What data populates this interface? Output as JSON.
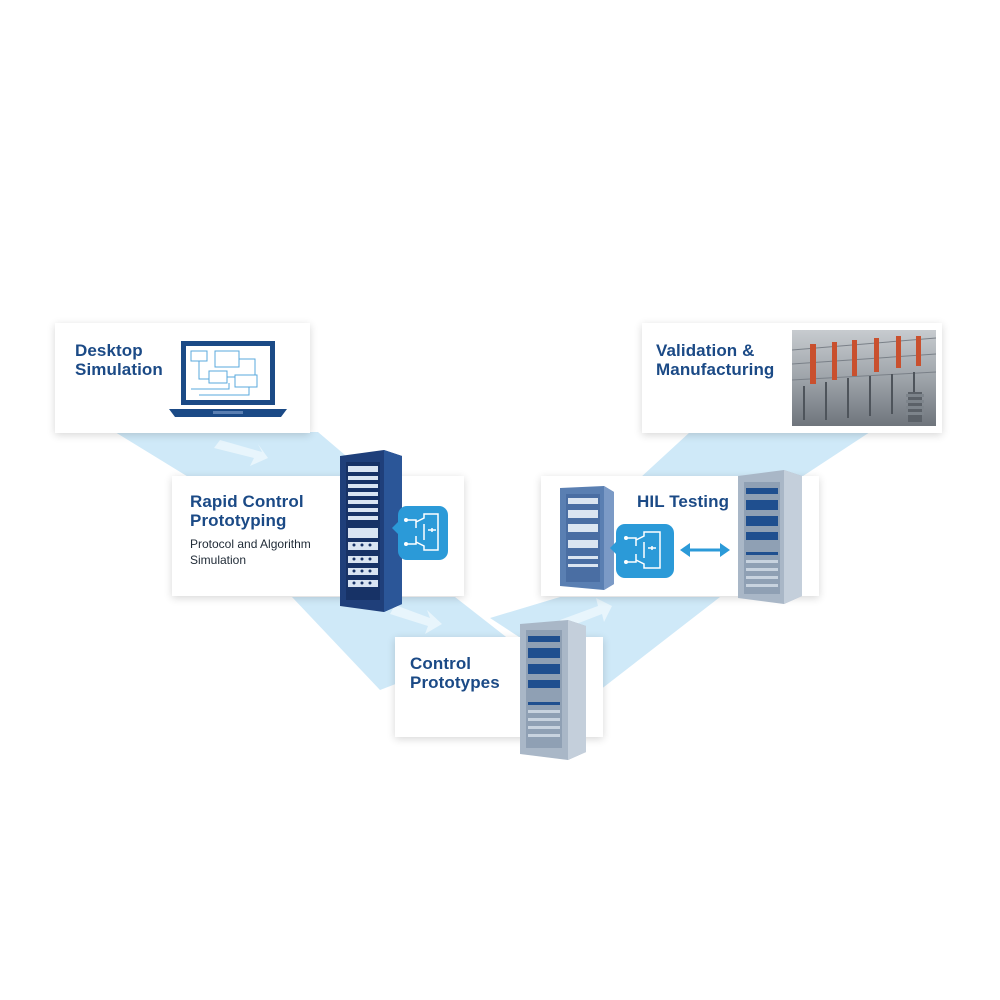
{
  "stages": {
    "desktop": {
      "title_line1": "Desktop",
      "title_line2": "Simulation"
    },
    "rcp": {
      "title_line1": "Rapid Control",
      "title_line2": "Prototyping",
      "subtitle_line1": "Protocol and Algorithm",
      "subtitle_line2": "Simulation"
    },
    "control": {
      "title_line1": "Control",
      "title_line2": "Prototypes"
    },
    "hil": {
      "title": "HIL Testing"
    },
    "validation": {
      "title_line1": "Validation &",
      "title_line2": "Manufacturing"
    }
  },
  "colors": {
    "band": "#cfe9f8",
    "navy": "#1b4a86",
    "rack_dark": "#1f3f7a",
    "rack_grey": "#a9b7c7",
    "accent_blue": "#2b9ad8"
  },
  "icons": {
    "laptop": "laptop-icon",
    "rack_dark": "server-rack-icon",
    "rack_grey": "server-rack-icon",
    "circuit": "circuit-icon",
    "arrow": "double-arrow-icon",
    "photo": "substation-photo"
  }
}
